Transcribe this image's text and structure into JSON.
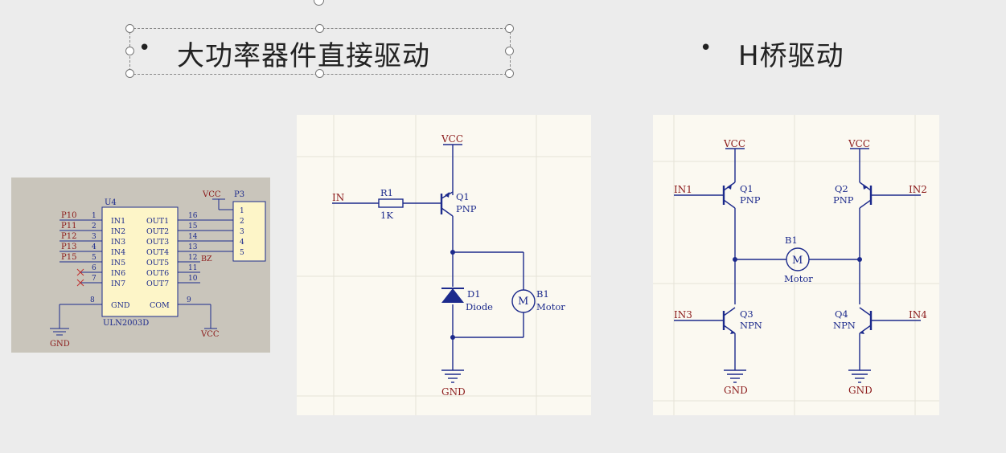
{
  "slide": {
    "left_heading": "大功率器件直接驱动",
    "right_heading": "H桥驱动",
    "bullet": "•"
  },
  "uln_schematic": {
    "chip_ref": "U4",
    "chip_part": "ULN2003D",
    "inputs": [
      "IN1",
      "IN2",
      "IN3",
      "IN4",
      "IN5",
      "IN6",
      "IN7"
    ],
    "input_pins": [
      "1",
      "2",
      "3",
      "4",
      "5",
      "6",
      "7"
    ],
    "outputs": [
      "OUT1",
      "OUT2",
      "OUT3",
      "OUT4",
      "OUT5",
      "OUT6",
      "OUT7"
    ],
    "output_pins": [
      "16",
      "15",
      "14",
      "13",
      "12",
      "11",
      "10"
    ],
    "nets": [
      "P10",
      "P11",
      "P12",
      "P13",
      "P15"
    ],
    "gnd_pin_label": "GND",
    "gnd_pin": "8",
    "com_pin_label": "COM",
    "com_pin": "9",
    "connector_ref": "P3",
    "connector_pins": [
      "1",
      "2",
      "3",
      "4",
      "5"
    ],
    "bz_label": "BZ",
    "vcc": "VCC",
    "gnd": "GND",
    "colors": {
      "background": "#c9c5bb",
      "chip_fill": "#fdf5c8",
      "wire": "#1c2a8c",
      "net_label": "#8b1a1a"
    }
  },
  "pnp_schematic": {
    "vcc": "VCC",
    "input": "IN",
    "resistor_ref": "R1",
    "resistor_value": "1K",
    "transistor_ref": "Q1",
    "transistor_type": "PNP",
    "diode_ref": "D1",
    "diode_label": "Diode",
    "motor_ref": "B1",
    "motor_label": "Motor",
    "motor_symbol": "M",
    "gnd": "GND",
    "colors": {
      "background": "#fbf9f1",
      "wire": "#1c2a8c",
      "label": "#8b1a1a"
    }
  },
  "hbridge_schematic": {
    "vcc": "VCC",
    "gnd": "GND",
    "inputs": [
      "IN1",
      "IN2",
      "IN3",
      "IN4"
    ],
    "transistors": [
      {
        "ref": "Q1",
        "type": "PNP"
      },
      {
        "ref": "Q2",
        "type": "PNP"
      },
      {
        "ref": "Q3",
        "type": "NPN"
      },
      {
        "ref": "Q4",
        "type": "NPN"
      }
    ],
    "motor_ref": "B1",
    "motor_label": "Motor",
    "motor_symbol": "M",
    "colors": {
      "background": "#fbf9f1",
      "wire": "#1c2a8c",
      "label": "#8b1a1a"
    }
  }
}
